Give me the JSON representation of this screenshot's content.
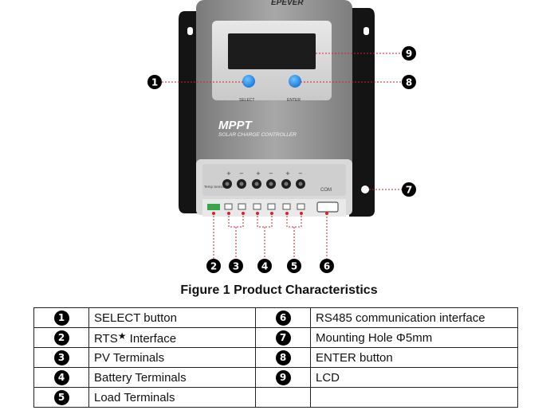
{
  "figure": {
    "brand_text": "EPEVER",
    "select_label": "SELECT",
    "enter_label": "ENTER",
    "mppt_title": "MPPT",
    "mppt_subtitle": "SOLAR CHARGE CONTROLLER",
    "temp_sensor_label": "Temp Sensor",
    "com_label": "COM",
    "callouts": [
      "1",
      "2",
      "3",
      "4",
      "5",
      "6",
      "7",
      "8",
      "9"
    ]
  },
  "caption": "Figure 1 Product Characteristics",
  "legend": {
    "rows": [
      {
        "left_num": "1",
        "left_text": "SELECT button",
        "right_num": "6",
        "right_text": "RS485 communication interface"
      },
      {
        "left_num": "2",
        "left_text": "RTS",
        "left_sup": "★",
        "left_suffix": " Interface",
        "right_num": "7",
        "right_text": "Mounting Hole Φ5mm"
      },
      {
        "left_num": "3",
        "left_text": "PV Terminals",
        "right_num": "8",
        "right_text": "ENTER button"
      },
      {
        "left_num": "4",
        "left_text": "Battery Terminals",
        "right_num": "9",
        "right_text": "LCD"
      },
      {
        "left_num": "5",
        "left_text": "Load Terminals",
        "right_num": "",
        "right_text": ""
      }
    ]
  },
  "colors": {
    "button_blue": "#1e8ff0",
    "lcd": "#1c1c1c",
    "callout_line": "#d6202a",
    "case_gray": "#8b8b8b",
    "bracket_black": "#141414"
  }
}
